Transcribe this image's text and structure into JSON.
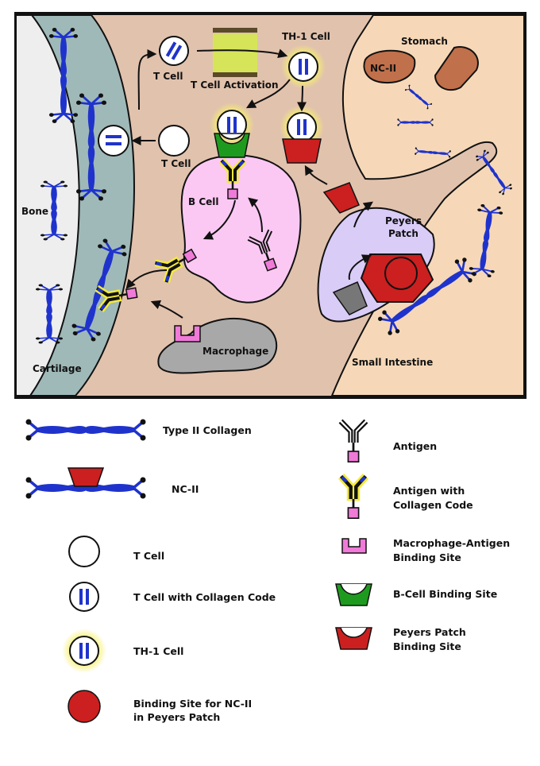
{
  "labels": {
    "t_cell_top": "T Cell",
    "t_cell_activation": "T Cell Activation",
    "th1_cell": "TH-1 Cell",
    "stomach": "Stomach",
    "nc2": "NC-II",
    "t_cell_mid": "T Cell",
    "b_cell": "B Cell",
    "bone": "Bone",
    "peyers_patch_line1": "Peyers",
    "peyers_patch_line2": "Patch",
    "macrophage": "Macrophage",
    "cartilage": "Cartilage",
    "small_intestine": "Small Intestine"
  },
  "legend": {
    "type2_collagen": "Type II Collagen",
    "nc2": "NC-II",
    "t_cell": "T Cell",
    "t_cell_collagen": "T Cell with Collagen Code",
    "th1_cell": "TH-1 Cell",
    "binding_site_nc2_line1": "Binding Site for NC-II",
    "binding_site_nc2_line2": "in Peyers Patch",
    "antigen": "Antigen",
    "antigen_collagen_line1": "Antigen with",
    "antigen_collagen_line2": "Collagen Code",
    "macrophage_site_line1": "Macrophage-Antigen",
    "macrophage_site_line2": "Binding Site",
    "b_cell_site": "B-Cell Binding Site",
    "peyers_site_line1": "Peyers Patch",
    "peyers_site_line2": "Binding Site"
  },
  "colors": {
    "tissue": "#e1c2ad",
    "bone": "#9fb9b8",
    "bone_inner": "#eeeeee",
    "stomach": "#f6d8b8",
    "b_cell": "#fbc8f3",
    "peyers": "#d9ccf7",
    "macrophage": "#a8a8a8",
    "collagen": "#1f33cc",
    "nc2_red": "#cc1f1f",
    "nc2_brown": "#c0704a",
    "antigen_pink": "#f07ad8",
    "th1_glow": "#f6f06e",
    "b_site_green": "#1e9b1e",
    "activation": "#d6e45a",
    "code_blue": "#1f33cc"
  }
}
